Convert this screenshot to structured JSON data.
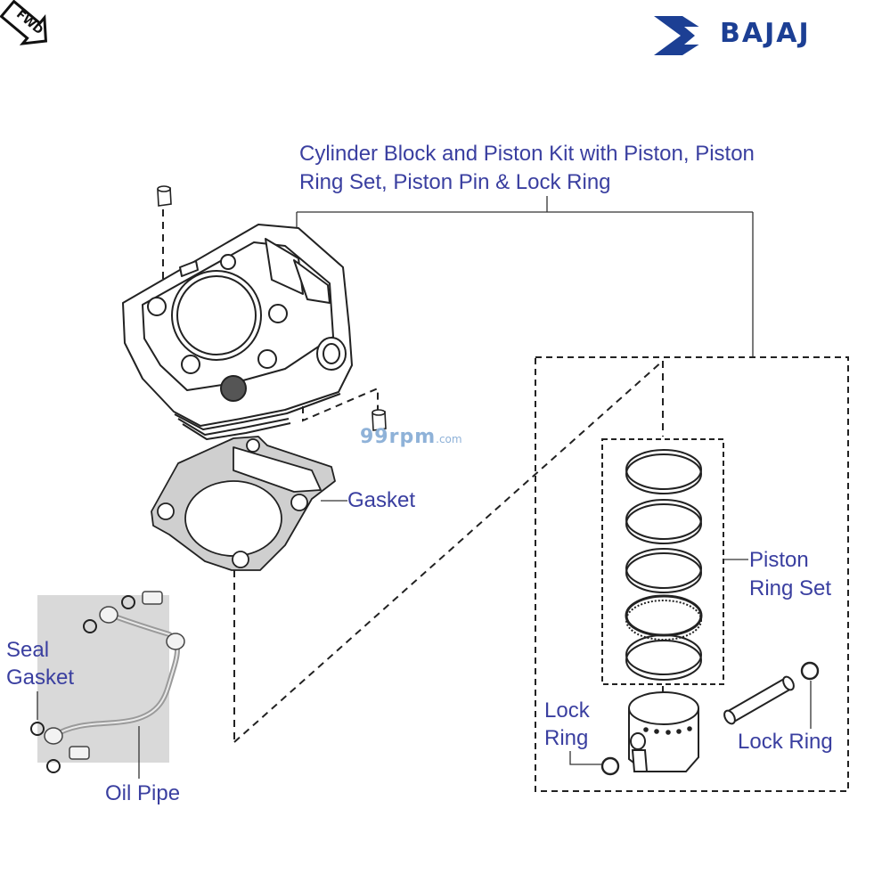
{
  "header": {
    "fwd_badge": "FWD",
    "brand_name": "BAJAJ",
    "brand_color": "#1c3f94"
  },
  "watermark": {
    "main": "99rpm",
    "suffix": ".com"
  },
  "labels": {
    "kit_line1": "Cylinder Block and Piston Kit with Piston, Piston",
    "kit_line2": "Ring Set, Piston Pin & Lock Ring",
    "gasket": "Gasket",
    "piston_ring_set_line1": "Piston",
    "piston_ring_set_line2": "Ring Set",
    "lock_ring_left_line1": "Lock",
    "lock_ring_left_line2": "Ring",
    "lock_ring_right": "Lock Ring",
    "seal_gasket_line1": "Seal",
    "seal_gasket_line2": "Gasket",
    "oil_pipe": "Oil Pipe"
  },
  "colors": {
    "label": "#3a3fa0",
    "line": "#222222",
    "photo_bg": "#d9d9d9"
  }
}
